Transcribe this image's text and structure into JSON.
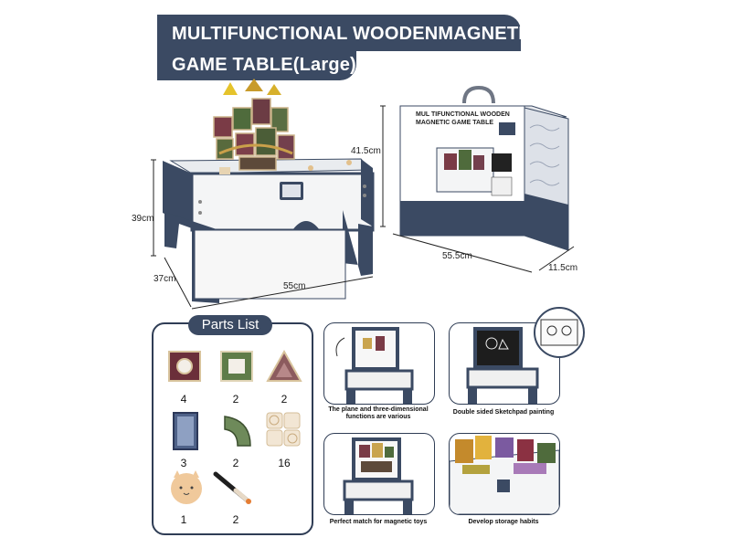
{
  "title": {
    "line1": "MULTIFUNCTIONAL WOODENMAGNETIC",
    "line2": "GAME TABLE(Large)"
  },
  "table_dimensions": {
    "height": "39cm",
    "depth": "37cm",
    "width": "55cm"
  },
  "box_dimensions": {
    "height": "41.5cm",
    "width": "55.5cm",
    "depth": "11.5cm"
  },
  "box_label": {
    "line1": "MUL TIFUNCTIONAL WOODEN",
    "line2": "MAGNETIC GAME TABLE"
  },
  "parts_list": {
    "title": "Parts List",
    "items": [
      {
        "icon": "square-frame-tile-icon",
        "quantity": "4"
      },
      {
        "icon": "square-green-tile-icon",
        "quantity": "2"
      },
      {
        "icon": "triangle-tile-icon",
        "quantity": "2"
      },
      {
        "icon": "rectangle-blue-tile-icon",
        "quantity": "3"
      },
      {
        "icon": "curved-green-tile-icon",
        "quantity": "2"
      },
      {
        "icon": "clear-ball-tiles-icon",
        "quantity": "16"
      },
      {
        "icon": "cat-eraser-icon",
        "quantity": "1"
      },
      {
        "icon": "marker-pen-icon",
        "quantity": "2"
      }
    ]
  },
  "features": [
    {
      "caption": "The plane and three-dimensional functions are various"
    },
    {
      "caption": "Double sided Sketchpad painting"
    },
    {
      "caption": "Perfect match for magnetic toys"
    },
    {
      "caption": "Develop storage habits"
    }
  ],
  "colors": {
    "navy": "#3b4a63",
    "white": "#ffffff"
  }
}
